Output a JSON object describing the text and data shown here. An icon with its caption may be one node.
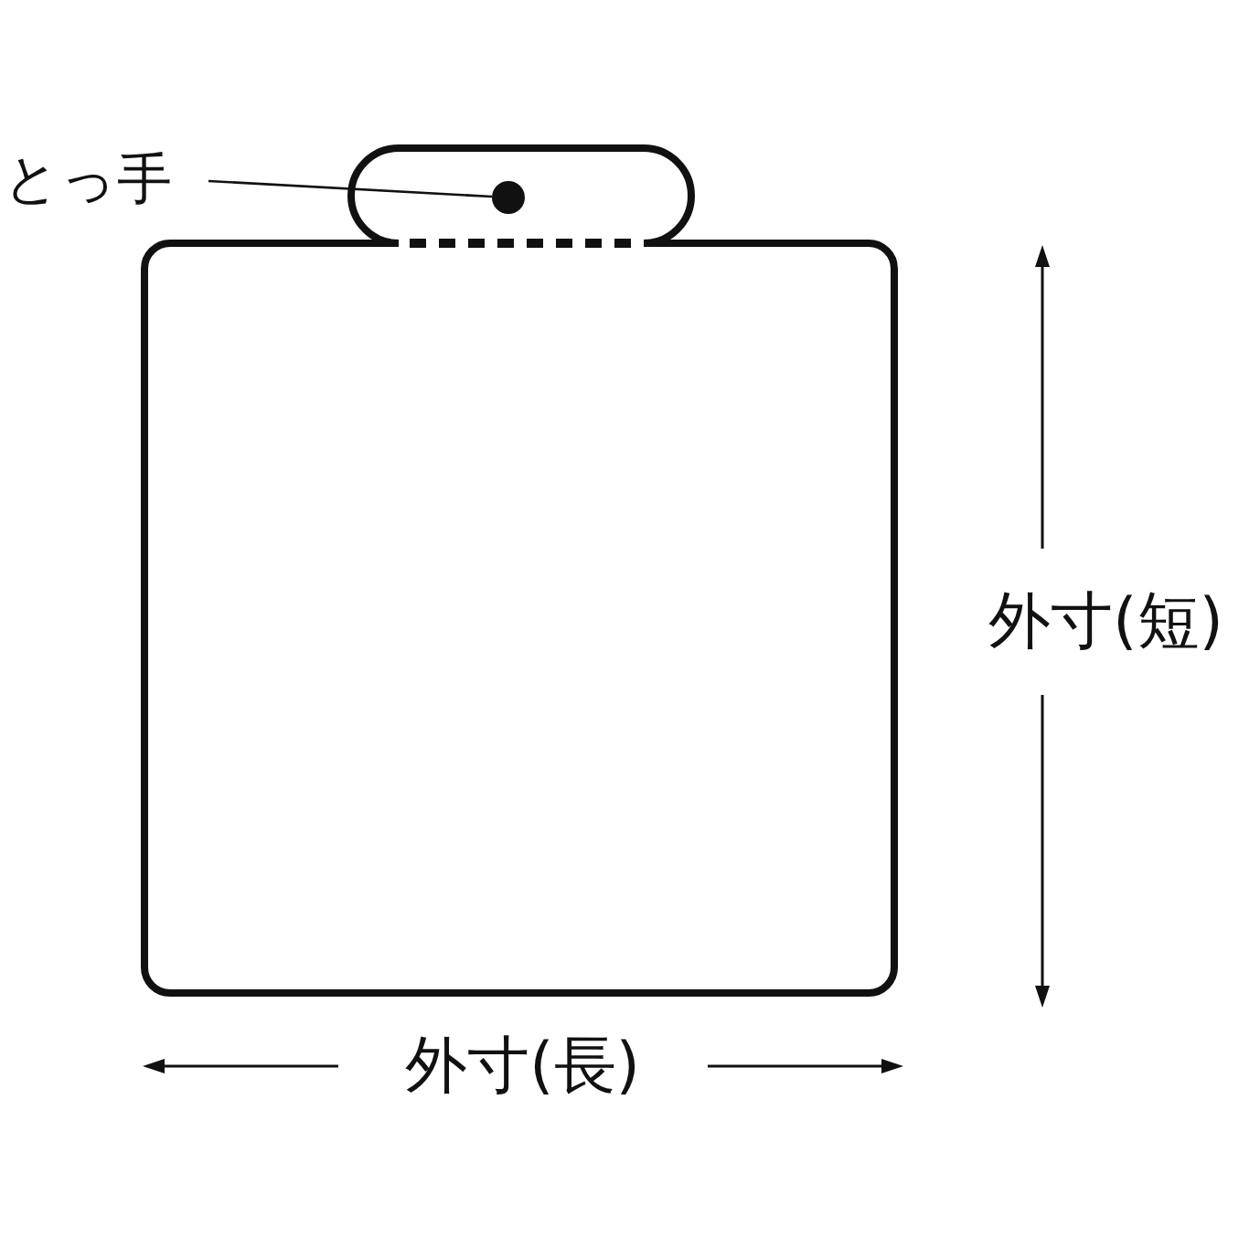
{
  "diagram": {
    "nodes": [
      {
        "text": [
          "とっ手"
        ]
      },
      {
        "text": [],
        "shape": "circle"
      }
    ],
    "edges": [
      {
        "from": 0,
        "to": 1,
        "arrow": "none"
      }
    ],
    "labels": [
      "外寸(短)",
      "外寸(長)"
    ]
  }
}
